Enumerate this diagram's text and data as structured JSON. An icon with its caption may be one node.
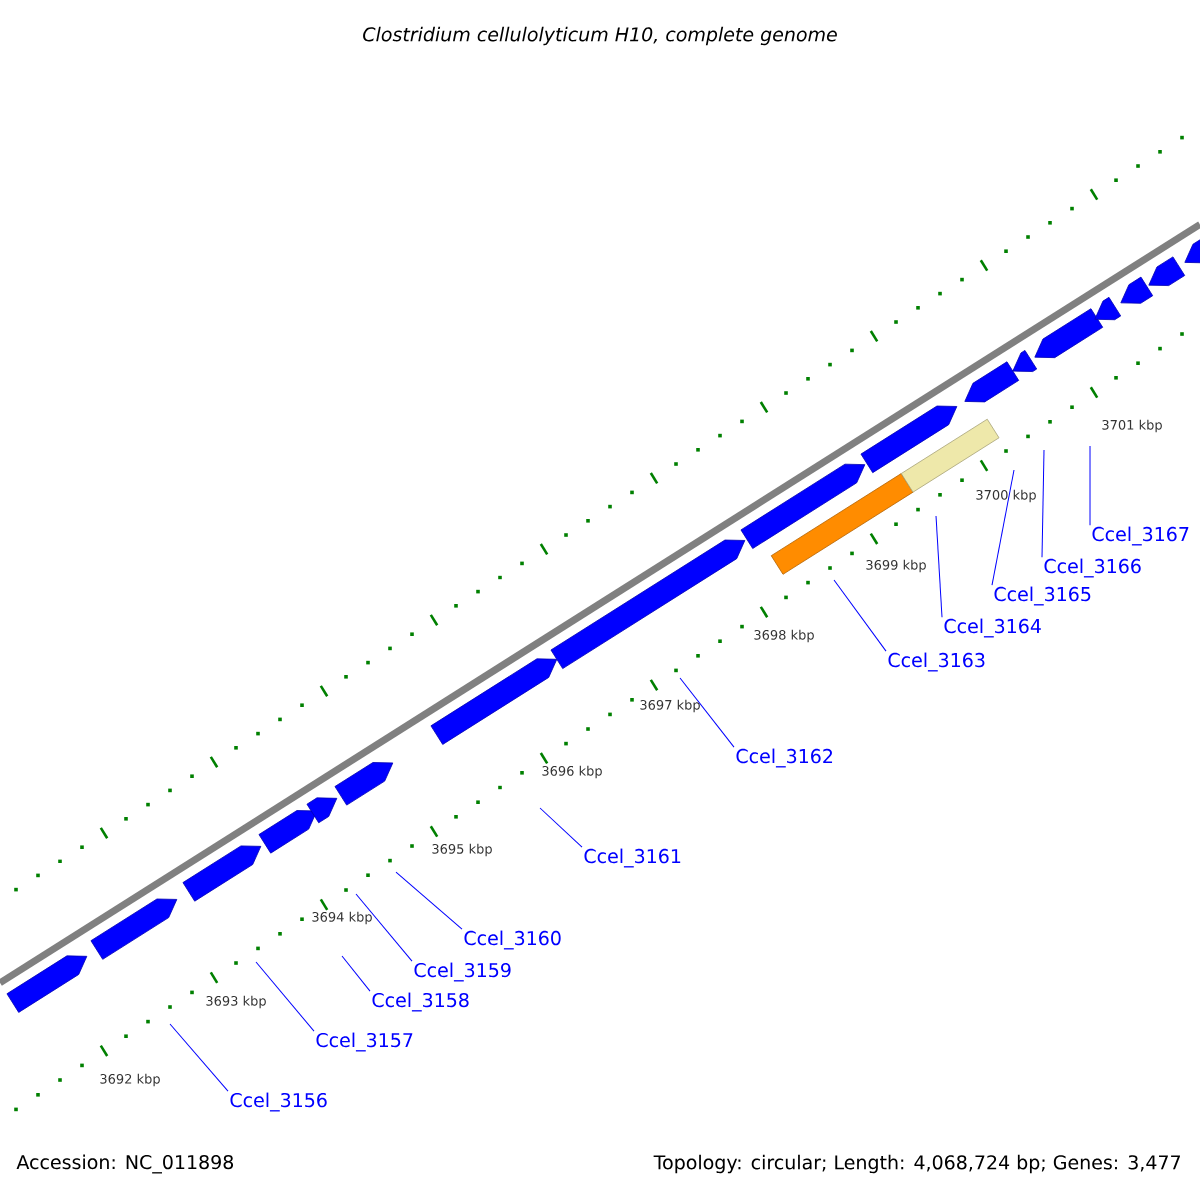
{
  "diagram": {
    "title": "Clostridium cellulolyticum H10, complete genome",
    "nodes": [
      {
        "text": [
          "Ccel_3156"
        ]
      },
      {
        "text": [
          "Ccel_3157"
        ]
      },
      {
        "text": [
          "Ccel_3158"
        ]
      },
      {
        "text": [
          "Ccel_3159"
        ]
      },
      {
        "text": [
          "Ccel_3160"
        ]
      },
      {
        "text": [
          "Ccel_3161"
        ]
      },
      {
        "text": [
          "Ccel_3162"
        ]
      },
      {
        "text": [
          "Ccel_3163"
        ]
      },
      {
        "text": [
          "Ccel_3164"
        ]
      },
      {
        "text": [
          "Ccel_3165"
        ]
      },
      {
        "text": [
          "Ccel_3166"
        ]
      },
      {
        "text": [
          "Ccel_3167"
        ]
      }
    ],
    "edges": [
      {
        "from": 0,
        "to": null,
        "arrow": "none"
      },
      {
        "from": 1,
        "to": null,
        "arrow": "none"
      },
      {
        "from": 2,
        "to": null,
        "arrow": "none"
      },
      {
        "from": 3,
        "to": null,
        "arrow": "none"
      },
      {
        "from": 4,
        "to": null,
        "arrow": "none"
      },
      {
        "from": 5,
        "to": null,
        "arrow": "none"
      },
      {
        "from": 6,
        "to": null,
        "arrow": "none"
      },
      {
        "from": 7,
        "to": null,
        "arrow": "none"
      },
      {
        "from": 8,
        "to": null,
        "arrow": "none"
      },
      {
        "from": 9,
        "to": null,
        "arrow": "none"
      },
      {
        "from": 10,
        "to": null,
        "arrow": "none"
      },
      {
        "from": 11,
        "to": null,
        "arrow": "none"
      }
    ],
    "labels": [
      "3701 kbp",
      "3700 kbp",
      "3699 kbp",
      "3698 kbp",
      "3697 kbp",
      "3696 kbp",
      "3695 kbp",
      "3694 kbp",
      "3693 kbp",
      "3692 kbp",
      "Accession: NC_011898",
      "Topology: circular; Length: 4,068,724 bp; Genes: 3,477"
    ]
  }
}
